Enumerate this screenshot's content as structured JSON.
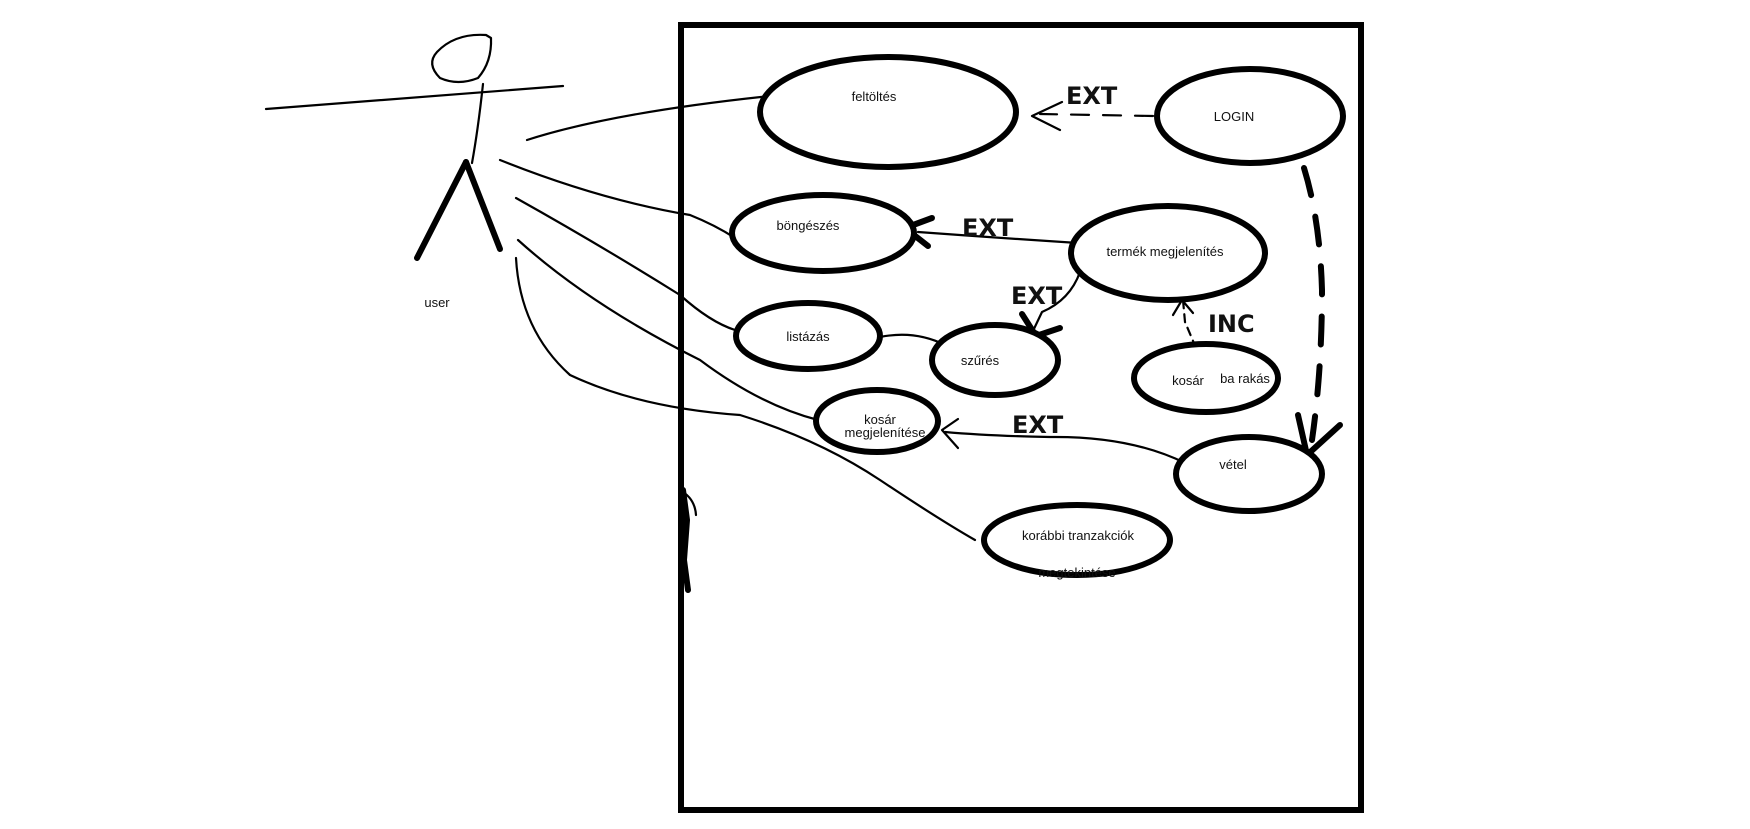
{
  "actor": {
    "label": "user"
  },
  "use_cases": {
    "feltoltes": "feltöltés",
    "login": "LOGIN",
    "bongeszes": "böngészés",
    "termek": "termék megjelenítés",
    "listazas": "listázás",
    "szures": "szűrés",
    "kosar_barakas_a": "kosár",
    "kosar_barakas_b": "ba rakás",
    "kosar_megj_1": "kosár",
    "kosar_megj_2": "megjelenítése",
    "vetel": "vétel",
    "tranzakciok": "korábbi tranzakciók",
    "tranzakciok_2": "megtekintése"
  },
  "relations": {
    "ext_login": "EXT",
    "ext_termek": "EXT",
    "ext_szures": "EXT",
    "inc_kosar": "INC",
    "ext_vetel": "EXT"
  }
}
